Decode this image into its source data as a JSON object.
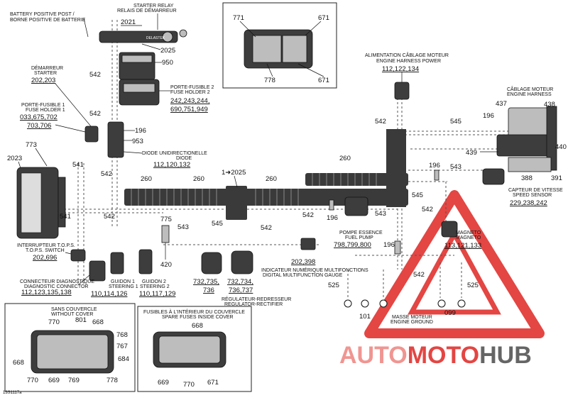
{
  "labels": {
    "battery_post": [
      "BATTERY POSITIVE POST /",
      "BORNE POSITIVE DE BATTERIE"
    ],
    "starter_relay": [
      "STARTER RELAY",
      "RELAIS DE DÉMARREUR"
    ],
    "starter": [
      "DÉMARREUR",
      "STARTER"
    ],
    "fuse_holder_1": [
      "PORTE-FUSIBLE 1",
      "FUSE HOLDER 1"
    ],
    "fuse_holder_2": [
      "PORTE-FUSIBLE 2",
      "FUSE HOLDER 2"
    ],
    "diode": [
      "DIODE UNIDIRECTIONELLE",
      "DIODE"
    ],
    "engine_harness_power": [
      "ALIMENTATION CÂBLAGE MOTEUR",
      "ENGINE HARNESS POWER"
    ],
    "engine_harness": [
      "CÂBLAGE MOTEUR",
      "ENGINE HARNESS"
    ],
    "speed_sensor": [
      "CAPTEUR DE VITESSE",
      "SPEED SENSOR"
    ],
    "tops_switch": [
      "INTERRUPTEUR T.O.P.S.",
      "T.O.P.S. SWITCH"
    ],
    "diagnostic": [
      "CONNECTEUR DIAGNOSTIQUE",
      "DIAGNOSTIC CONNECTOR"
    ],
    "steering_1": [
      "GUIDON 1",
      "STEERING 1"
    ],
    "steering_2": [
      "GUIDON 2",
      "STEERING 2"
    ],
    "regulator": [
      "RÉGULATEUR-REDRESSEUR",
      "REGULATOR-RECTIFIER"
    ],
    "gauge": [
      "INDICATEUR NUMÉRIQUE MULTIFONCTIONS",
      "DIGITAL MULTIFUNCTION GAUGE"
    ],
    "fuel_pump": [
      "POMPE ESSENCE",
      "FUEL PUMP"
    ],
    "magneto": [
      "MAGNETO",
      "MAGNETO"
    ],
    "engine_ground": [
      "MASSE MOTEUR",
      "ENGINE GROUND"
    ],
    "without_cover": [
      "SANS COUVERCLE",
      "WITHOUT COVER"
    ],
    "spare_fuses": [
      "FUSIBLES À L'INTÉRIEUR DU COUVERCLE",
      "SPARE FUSES INSIDE COVER"
    ],
    "relay_brand": "DELASTEK",
    "fuse_symbol": "1➜2025"
  },
  "refs": {
    "battery_post": "2021",
    "relay": "2025",
    "r950": "950",
    "starter": "202,203",
    "fuse_holder_1": "033,675,702",
    "fuse_holder_1b": "703,706",
    "fuse_holder_2": "242,243,244,",
    "fuse_holder_2b": "690,751,949",
    "ecm": "2023",
    "r773": "773",
    "diode": "112,120,132",
    "r953": "953",
    "r196": "196",
    "engine_harness_power": "112,122,134",
    "r437": "437",
    "r438": "438",
    "r439": "439",
    "r440": "440",
    "r388": "388",
    "r391": "391",
    "speed_sensor": "229,238,242",
    "magneto": "113,121,133",
    "fuel_pump": "798,799,800",
    "gauge": "202,398",
    "regulator_a": "732,735,",
    "regulator_a2": "736",
    "regulator_b": "732,734,",
    "regulator_b2": "736,737",
    "steering_1": "110,114,126",
    "steering_2": "110,117,129",
    "diagnostic": "112,123,135,138",
    "tops": "202,696",
    "r775": "775",
    "r420": "420",
    "r101": "101",
    "r099": "099",
    "r525": "525",
    "wires": {
      "w541": "541",
      "w542": "542",
      "w543": "543",
      "w545": "545",
      "w260": "260"
    },
    "inset_top": {
      "a": "771",
      "b": "671",
      "c": "778",
      "d": "671"
    },
    "inset_cover": {
      "a": "770",
      "b": "801",
      "c": "668",
      "d": "768",
      "e": "767",
      "f": "684",
      "g": "668",
      "h": "770",
      "i": "669",
      "j": "769",
      "k": "778"
    },
    "inset_spare": {
      "a": "668",
      "b": "669",
      "c": "770",
      "d": "671"
    }
  },
  "watermark": {
    "part1": "AUTO",
    "part2": "MOTO",
    "part3": "HUB"
  },
  "figure_code": "13S1117a",
  "colors": {
    "watermark_red": "#e0332f",
    "watermark_dark": "#555555",
    "corrugated": "#3a3a3a"
  }
}
